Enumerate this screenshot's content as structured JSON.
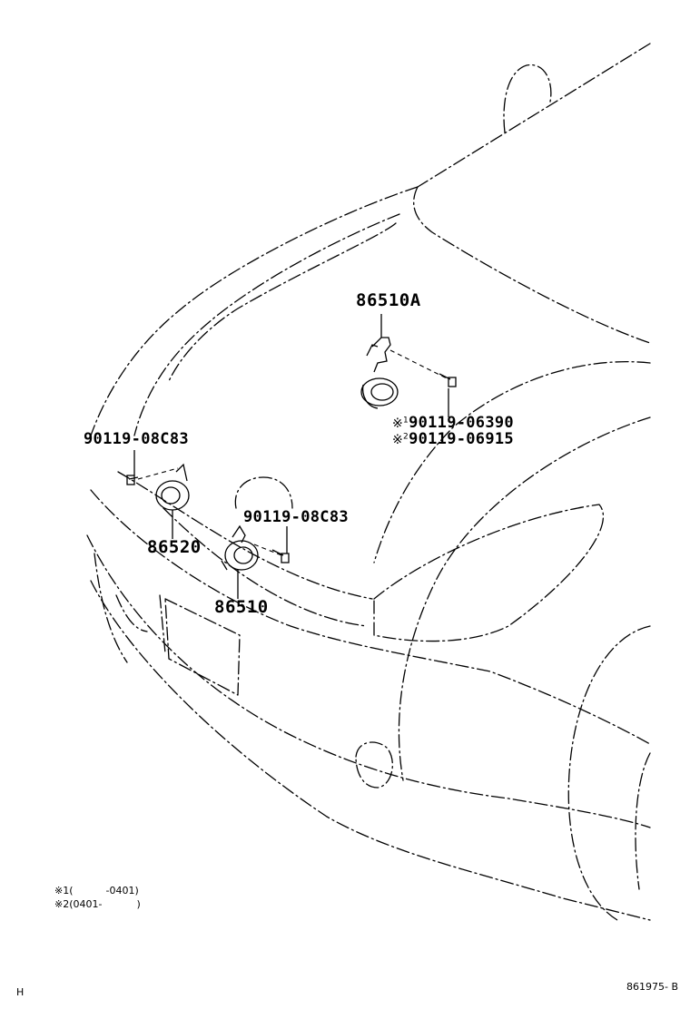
{
  "parts": {
    "horn_assy_a": "86510A",
    "horn_high": "86510",
    "horn_low": "86520",
    "bolt_left": "90119-08C83",
    "bolt_center": "90119-08C83",
    "bolt_alt_1": "90119-06390",
    "bolt_alt_2": "90119-06915"
  },
  "marks": {
    "symbol": "※",
    "one": "1",
    "two": "2"
  },
  "notes": {
    "note1_prefix": "※1(",
    "note1_value": "-0401)",
    "note2_prefix": "※2(",
    "note2_value": "0401-",
    "note2_close": ")"
  },
  "footer": {
    "left_code": "H",
    "diagram_id": "861975- B"
  }
}
